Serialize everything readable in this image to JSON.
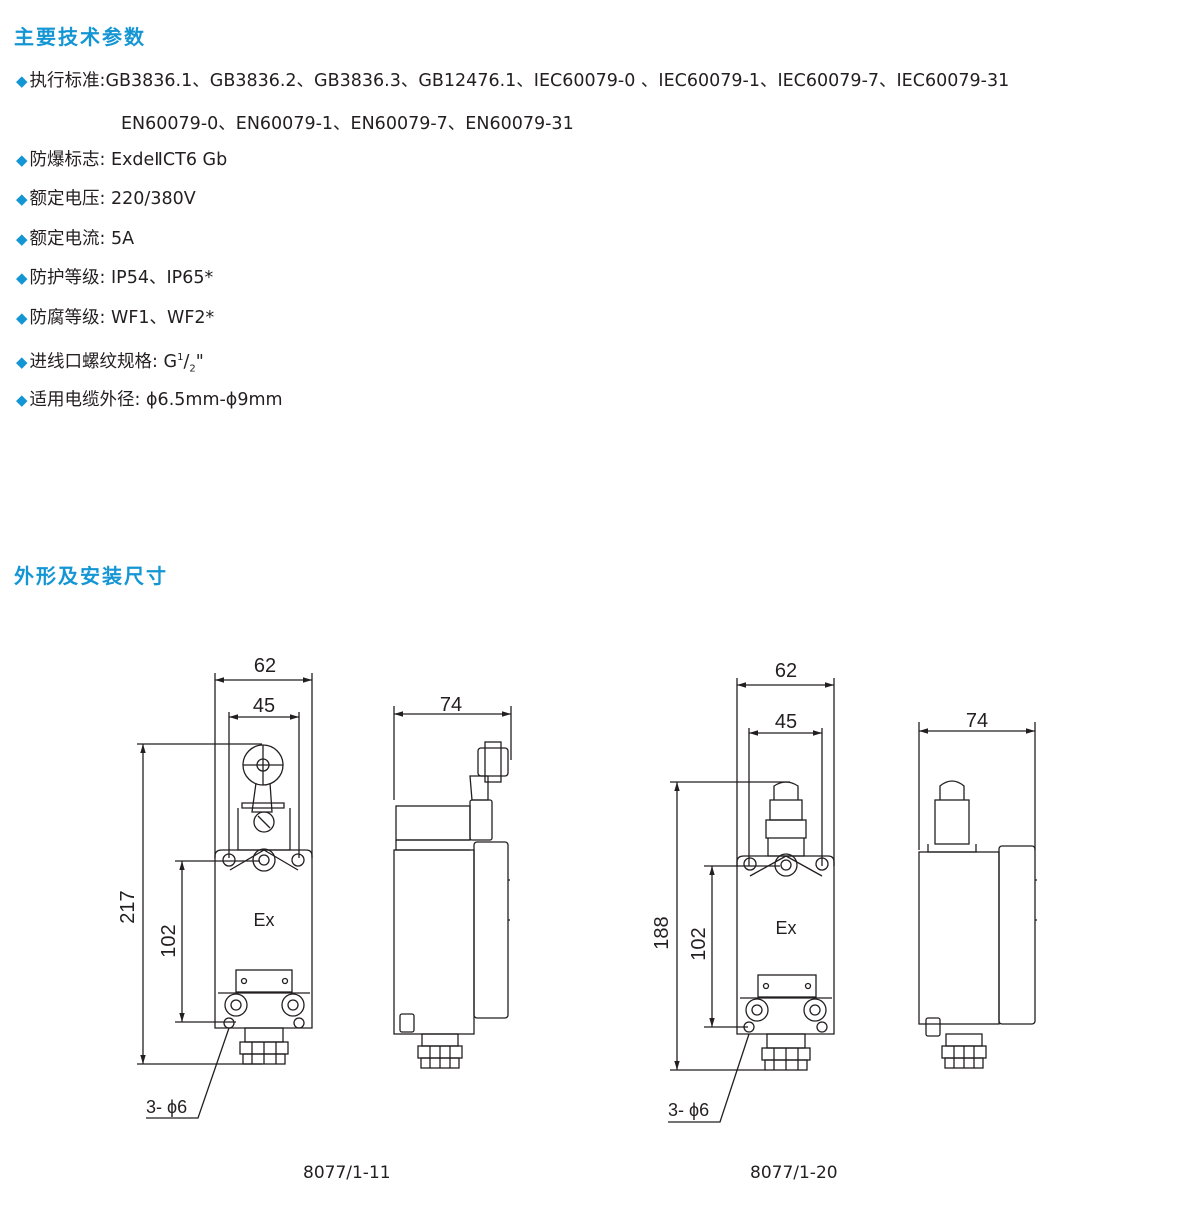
{
  "section1_title": "主要技术参数",
  "specs": [
    {
      "label": "执行标准:",
      "value": "GB3836.1、GB3836.2、GB3836.3、GB12476.1、IEC60079-0 、IEC60079-1、IEC60079-7、IEC60079-31"
    },
    {
      "label": "防爆标志:",
      "value": " ExdeⅡCT6 Gb"
    },
    {
      "label": "额定电压:",
      "value": " 220/380V"
    },
    {
      "label": "额定电流:",
      "value": " 5A"
    },
    {
      "label": "防护等级:",
      "value": " IP54、IP65*"
    },
    {
      "label": "防腐等级:",
      "value": " WF1、WF2*"
    },
    {
      "label": "进线口螺纹规格:",
      "value": " G"
    },
    {
      "label": "适用电缆外径:",
      "value": " ϕ6.5mm-ϕ9mm"
    }
  ],
  "spec_continuation": "EN60079-0、EN60079-1、EN60079-7、EN60079-31",
  "thread_fraction": {
    "num": "1",
    "sep": "/",
    "den": "2",
    "suffix": "\""
  },
  "section2_title": "外形及安装尺寸",
  "diagram_left": {
    "dim_total_width": "62",
    "dim_hole_width": "45",
    "dim_depth": "74",
    "dim_total_height": "217",
    "dim_hole_height": "102",
    "body_label": "Ex",
    "hole_note": "3- ϕ6",
    "model": "8077/1-11"
  },
  "diagram_right": {
    "dim_total_width": "62",
    "dim_hole_width": "45",
    "dim_depth": "74",
    "dim_total_height": "188",
    "dim_hole_height": "102",
    "body_label": "Ex",
    "hole_note": "3- ϕ6",
    "model": "8077/1-20"
  }
}
